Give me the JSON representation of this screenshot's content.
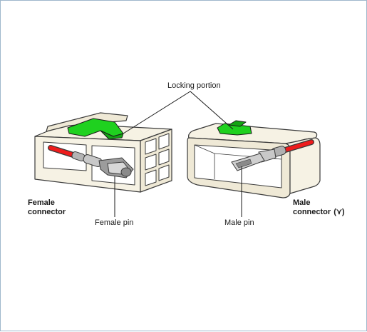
{
  "diagram": {
    "labels": {
      "locking_portion": "Locking portion",
      "female_connector_line1": "Female",
      "female_connector_line2": "connector",
      "female_pin": "Female pin",
      "male_pin": "Male pin",
      "male_connector_line1": "Male",
      "male_connector_line2": "connector",
      "male_connector_symbol": "(⋎)"
    },
    "colors": {
      "housing_fill": "#f6f2e4",
      "housing_stroke": "#3a3a3a",
      "lock_green": "#1fd11f",
      "wire_red": "#ee1c1c",
      "pin_gray": "#a8a8a8",
      "frame_border": "#9fb7cc"
    }
  }
}
